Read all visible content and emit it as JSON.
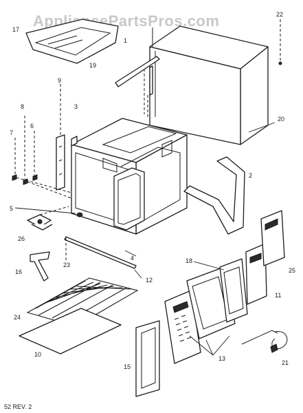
{
  "watermark": "AppliancePartsPros.com",
  "footer": "52 REV. 2",
  "callouts": [
    "1",
    "2",
    "3",
    "4",
    "5",
    "6",
    "7",
    "8",
    "9",
    "10",
    "11",
    "12",
    "13",
    "15",
    "16",
    "17",
    "18",
    "19",
    "20",
    "21",
    "22",
    "23",
    "24",
    "25",
    "26"
  ]
}
